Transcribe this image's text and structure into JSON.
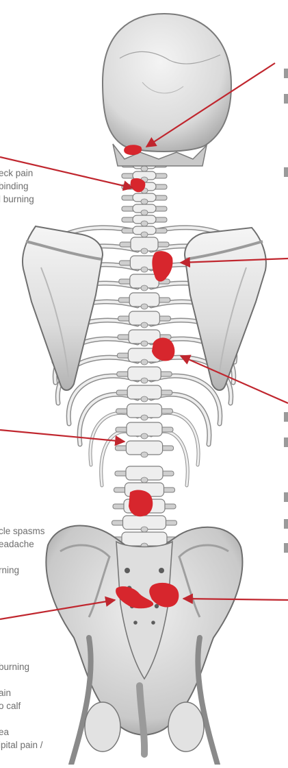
{
  "colors": {
    "background": "#ffffff",
    "bone_light": "#eeeeee",
    "bone_mid": "#cfcfcf",
    "bone_shadow": "#7e7e7e",
    "pain_marker": "#d7262d",
    "pointer_line": "#c0262e",
    "label_text": "#6d6d6d"
  },
  "callouts": {
    "neck": [
      "eck pain",
      "binding",
      "l burning"
    ],
    "mid_back": [
      "cle spasms",
      "eadache",
      "",
      "rning"
    ],
    "pelvis": [
      "burning",
      "",
      "ain",
      "o calf",
      "",
      "ea",
      "ipital pain /"
    ]
  },
  "icons": {
    "skeleton": "skeleton-back-view-illustration",
    "marker": "pain-spot-marker",
    "arrow": "pointer-arrow"
  }
}
